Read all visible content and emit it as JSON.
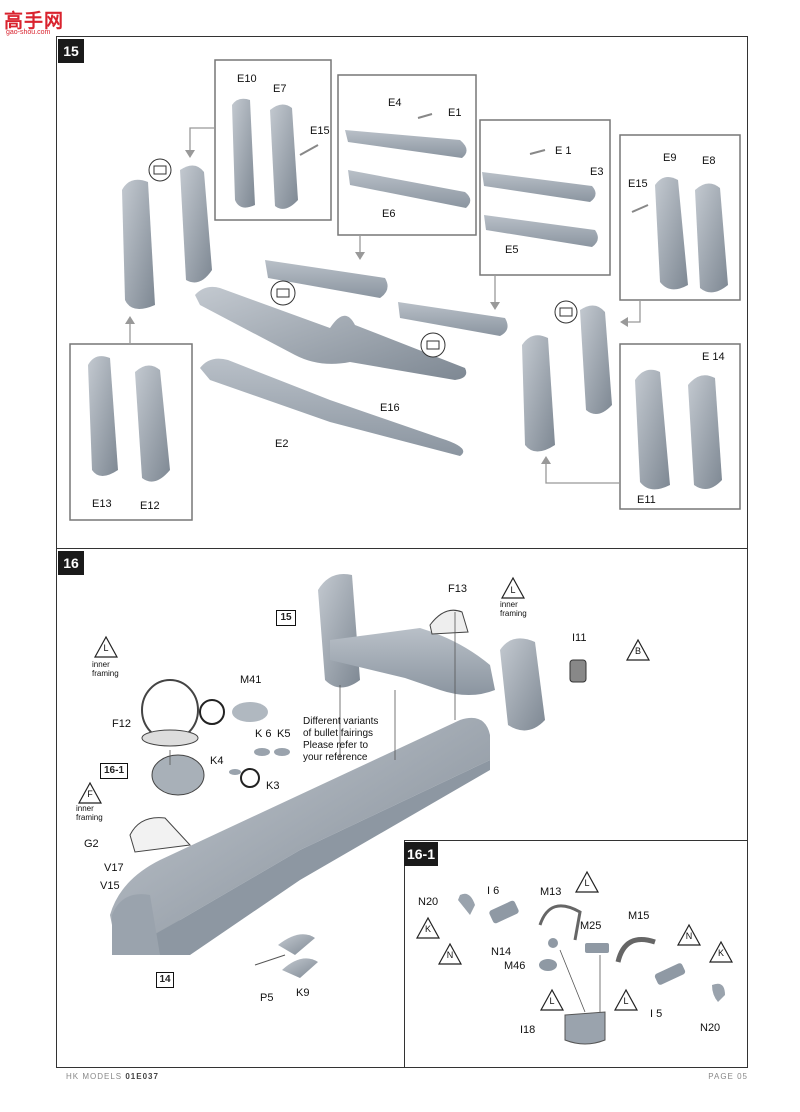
{
  "watermark": {
    "main": "高手网",
    "sub": "gao-shou.com"
  },
  "step15": {
    "number": "15"
  },
  "step16": {
    "number": "16"
  },
  "subassembly": {
    "number": "16-1"
  },
  "labels15": {
    "e10": "E10",
    "e7": "E7",
    "e15a": "E15",
    "e4": "E4",
    "e1a": "E1",
    "e6": "E6",
    "e1b": "E 1",
    "e3": "E3",
    "e5": "E5",
    "e9": "E9",
    "e8": "E8",
    "e15b": "E15",
    "e16": "E16",
    "e2": "E2",
    "e13": "E13",
    "e12": "E12",
    "e14": "E 14",
    "e11": "E11"
  },
  "labels16": {
    "f13": "F13",
    "ref15": "15",
    "i11": "I11",
    "B": "B",
    "m41": "M41",
    "f12": "F12",
    "k6": "K 6",
    "k5": "K5",
    "k4": "K4",
    "k3": "K3",
    "ref161": "16-1",
    "g2": "G2",
    "v17": "V17",
    "v15": "V15",
    "ref14": "14",
    "p5": "P5",
    "k9": "K9",
    "tri_L": "L",
    "tri_F": "F",
    "inner_framing": "inner\nframing"
  },
  "note": "Different variants\nof bullet fairings\nPlease refer to\nyour reference",
  "labels161": {
    "n20a": "N20",
    "i6": "I 6",
    "m13": "M13",
    "n14": "N14",
    "m46": "M46",
    "m25": "M25",
    "m15": "M15",
    "i5": "I 5",
    "n20b": "N20",
    "i18": "I18",
    "K": "K",
    "N": "N",
    "L": "L"
  },
  "footer": {
    "brand": "HK MODELS",
    "code": "01E037",
    "page": "PAGE 05"
  }
}
